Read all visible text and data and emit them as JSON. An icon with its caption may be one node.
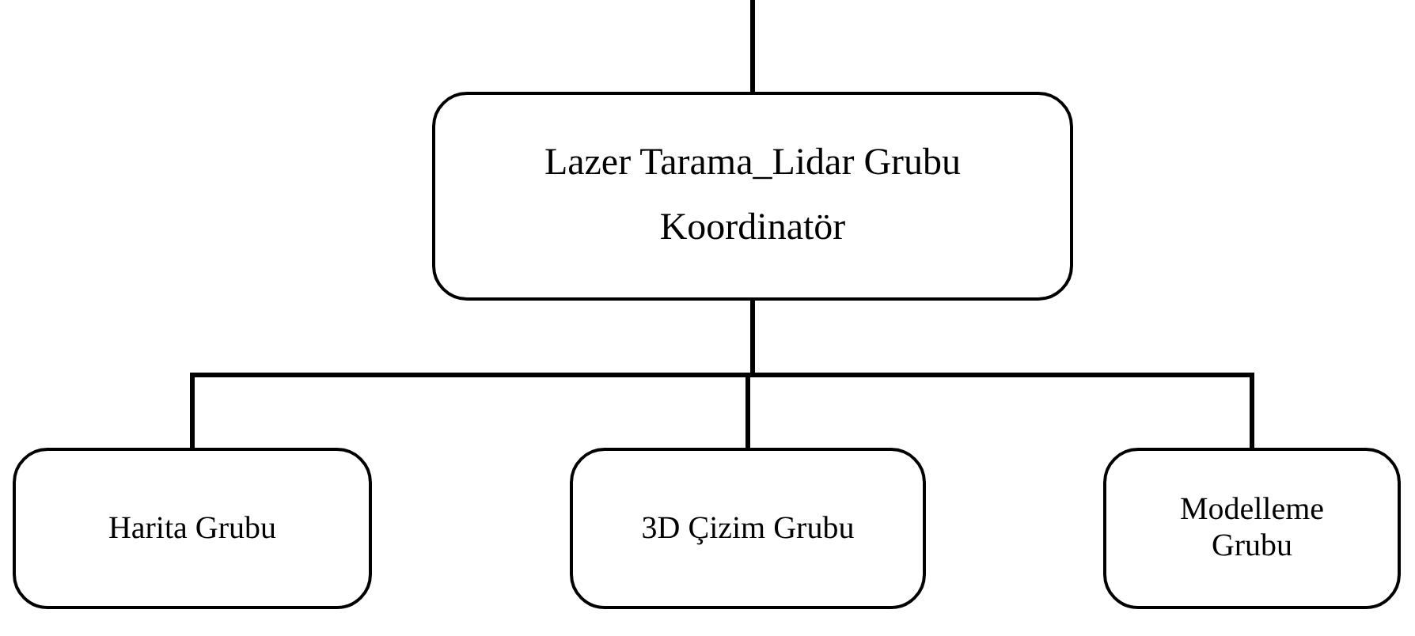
{
  "diagram": {
    "nodes": [
      {
        "text": [
          "Lazer Tarama_Lidar Grubu",
          "Koordinatör"
        ]
      },
      {
        "text": [
          "Harita Grubu"
        ]
      },
      {
        "text": [
          "3D Çizim Grubu"
        ]
      },
      {
        "text": [
          "Modelleme Grubu"
        ]
      }
    ],
    "edges": [
      {
        "from": null,
        "to": 0,
        "arrow": "none"
      },
      {
        "from": 0,
        "to": 1,
        "arrow": "none"
      },
      {
        "from": 0,
        "to": 2,
        "arrow": "none"
      },
      {
        "from": 0,
        "to": 3,
        "arrow": "none"
      }
    ]
  }
}
